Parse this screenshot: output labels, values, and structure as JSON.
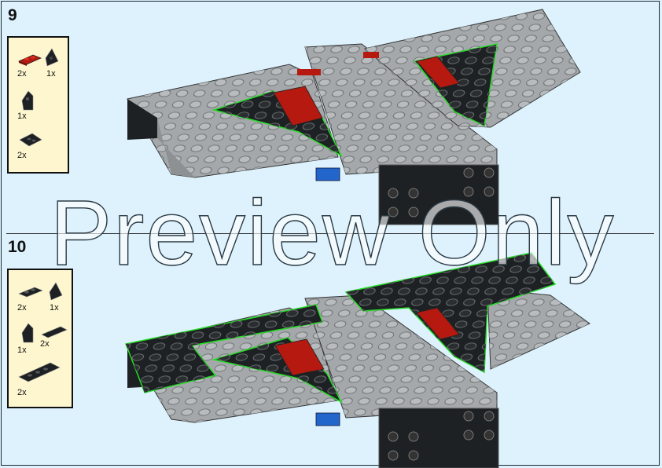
{
  "steps": [
    {
      "number": "9",
      "parts": [
        {
          "icon": "red-plate-1x2-icon",
          "qty": "2x"
        },
        {
          "icon": "black-wedge-plate-icon",
          "qty": "1x"
        },
        {
          "icon": "black-slope-brick-icon",
          "qty": "1x"
        },
        {
          "icon": "black-wedge-plate-large-icon",
          "qty": "2x"
        }
      ]
    },
    {
      "number": "10",
      "parts": [
        {
          "icon": "black-wedge-plate-icon",
          "qty": "2x"
        },
        {
          "icon": "black-wedge-plate-small-icon",
          "qty": "1x"
        },
        {
          "icon": "black-slope-brick-icon",
          "qty": "1x"
        },
        {
          "icon": "black-tile-1x3-icon",
          "qty": "2x"
        },
        {
          "icon": "black-plate-2x6-icon",
          "qty": "2x"
        }
      ]
    }
  ],
  "watermark": "Preview Only",
  "colors": {
    "background": "#ddf2fd",
    "parts_box": "#fdf6cf",
    "light_gray": "#a5a8aa",
    "black_part": "#1e2124",
    "red_part": "#b5190f",
    "highlight_outline": "#22dd22"
  }
}
